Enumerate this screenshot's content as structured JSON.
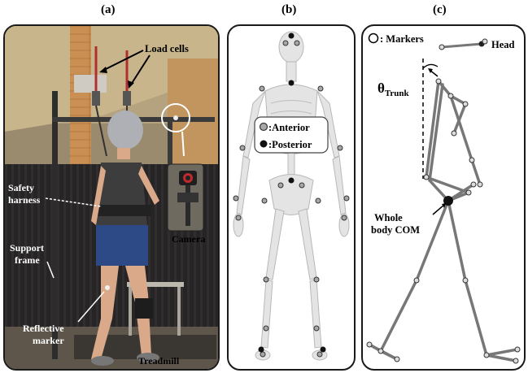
{
  "panels": {
    "a": {
      "label": "(a)",
      "annotations": {
        "load_cells": "Load cells",
        "safety_harness_1": "Safety",
        "safety_harness_2": "harness",
        "camera": "Camera",
        "support_frame_1": "Support",
        "support_frame_2": "frame",
        "reflective_marker_1": "Reflective",
        "reflective_marker_2": "marker",
        "treadmill": "Treadmill"
      }
    },
    "b": {
      "label": "(b)",
      "legend": {
        "anterior": ":Anterior",
        "posterior": ":Posterior"
      }
    },
    "c": {
      "label": "(c)",
      "markers_legend": ": Markers",
      "head": "Head",
      "theta_symbol": "θ",
      "theta_subscript": "Trunk",
      "com_1": "Whole",
      "com_2": "body COM"
    }
  },
  "colors": {
    "anterior_marker": "#a8a8a8",
    "posterior_marker": "#111111",
    "panel_border": "#1a1a1a"
  }
}
